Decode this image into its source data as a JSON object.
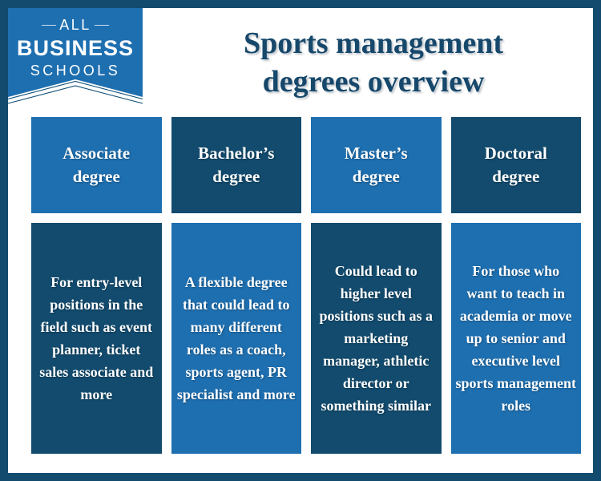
{
  "theme": {
    "light_blue": "#1e6fb0",
    "dark_navy": "#124b6e",
    "border_color": "#124b6e",
    "background": "#ffffff",
    "title_color": "#16486b",
    "text_on_card": "#ffffff"
  },
  "logo": {
    "line1": "ALL",
    "line2": "BUSINESS",
    "line3": "SCHOOLS"
  },
  "header": {
    "title": "Sports management degrees overview",
    "title_line1": "Sports management",
    "title_line2": "degrees overview"
  },
  "columns": [
    {
      "header_label": "Associate degree",
      "header_line1": "Associate",
      "header_line2": "degree",
      "header_bg": "light",
      "body_text": "For entry-level positions in the field such as event planner, ticket sales associate and more",
      "body_bg": "dark"
    },
    {
      "header_label": "Bachelor’s degree",
      "header_line1": "Bachelor’s",
      "header_line2": "degree",
      "header_bg": "dark",
      "body_text": "A flexible degree that could lead to many different roles as a coach, sports agent, PR specialist and more",
      "body_bg": "light"
    },
    {
      "header_label": "Master’s degree",
      "header_line1": "Master’s",
      "header_line2": "degree",
      "header_bg": "light",
      "body_text": "Could lead to higher level positions such as a marketing manager, athletic director or something similar",
      "body_bg": "dark"
    },
    {
      "header_label": "Doctoral degree",
      "header_line1": "Doctoral",
      "header_line2": "degree",
      "header_bg": "dark",
      "body_text": "For those who want to teach in academia or move up to senior and executive level sports management roles",
      "body_bg": "light"
    }
  ]
}
